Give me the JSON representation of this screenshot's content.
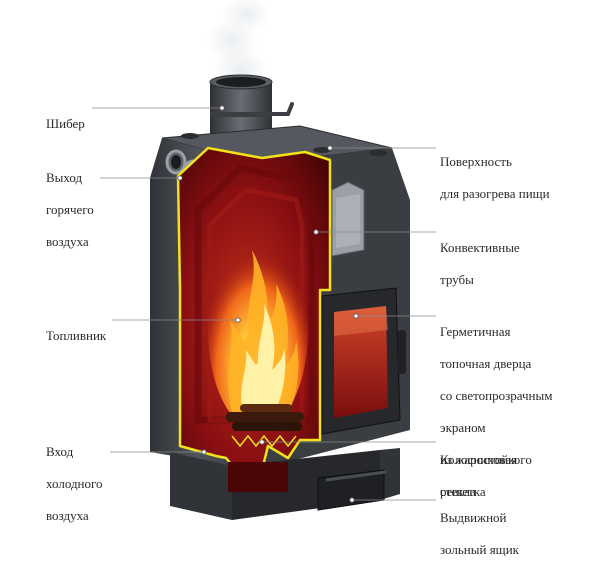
{
  "labels": {
    "shiber": [
      "Шибер"
    ],
    "hot_air_out": [
      "Выход",
      "горячего",
      "воздуха"
    ],
    "firebox": [
      "Топливник"
    ],
    "cold_air_in": [
      "Вход",
      "холодного",
      "воздуха"
    ],
    "cooking_surface": [
      "Поверхность",
      "для разогрева пищи"
    ],
    "convection_tubes": [
      "Конвективные",
      "трубы"
    ],
    "sealed_door": [
      "Герметичная",
      "топочная дверца",
      "со светопрозрачным",
      "экраном",
      "из жаростойкого",
      "стекла"
    ],
    "grate": [
      "Колосниковая",
      "решетка"
    ],
    "ash_drawer": [
      "Выдвижной",
      "зольный ящик"
    ]
  },
  "colors": {
    "body_dark": "#3c3f44",
    "body_mid": "#4d5157",
    "interior_red": "#8a0f12",
    "interior_deep": "#5a0608",
    "cut_outline": "#f2e21b",
    "flame_core": "#fff2a0",
    "flame_mid": "#ffa81e",
    "flame_outer": "#e8470c",
    "leader_line": "#8a8a8a"
  },
  "icons": {
    "stove": "stove-cutaway-illustration",
    "smoke": "smoke-plume"
  }
}
